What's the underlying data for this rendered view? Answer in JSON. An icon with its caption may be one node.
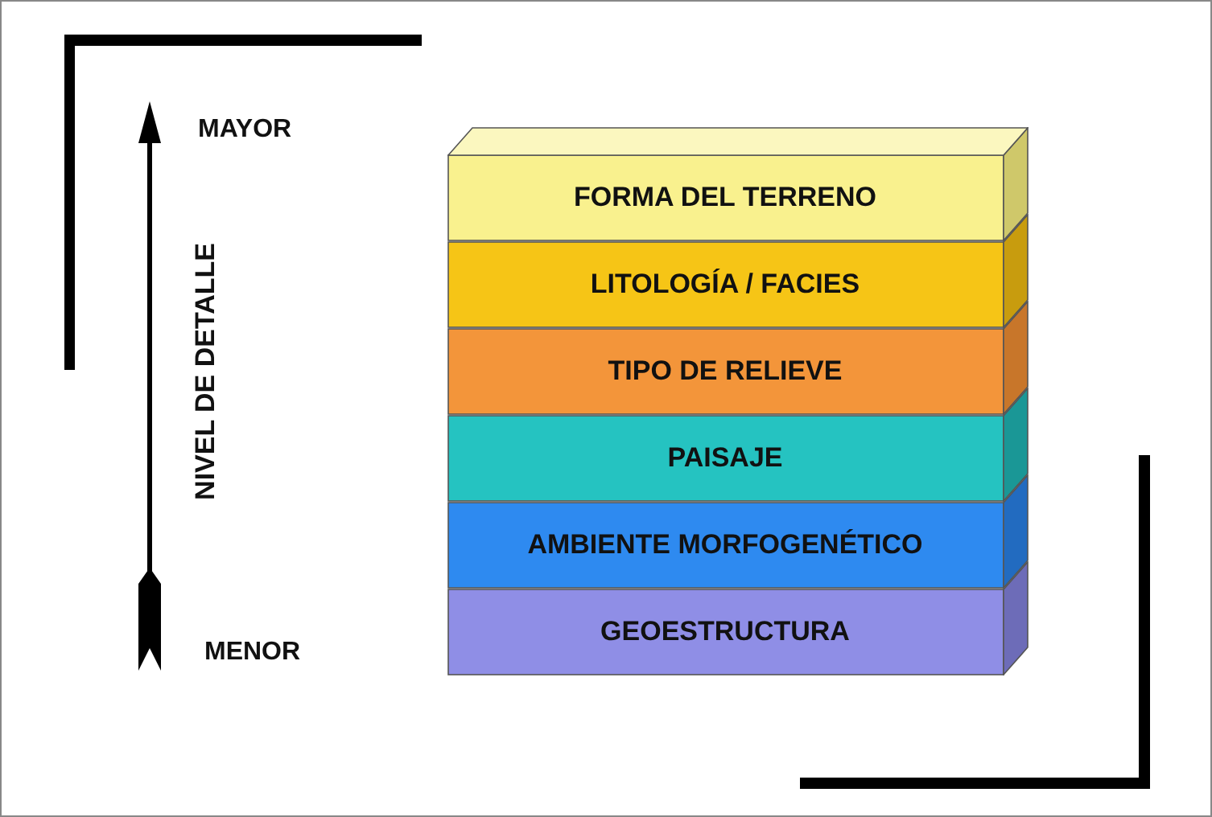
{
  "diagram": {
    "nodes": [
      {
        "text": [
          "FORMA DEL TERRENO"
        ]
      },
      {
        "text": [
          "LITOLOGÍA / FACIES"
        ]
      },
      {
        "text": [
          "TIPO DE RELIEVE"
        ]
      },
      {
        "text": [
          "PAISAJE"
        ]
      },
      {
        "text": [
          "AMBIENTE MORFOGENÉTICO"
        ]
      },
      {
        "text": [
          "GEOESTRUCTURA"
        ]
      }
    ],
    "labels": [
      "MAYOR",
      "NIVEL DE DETALLE",
      "MENOR"
    ]
  }
}
